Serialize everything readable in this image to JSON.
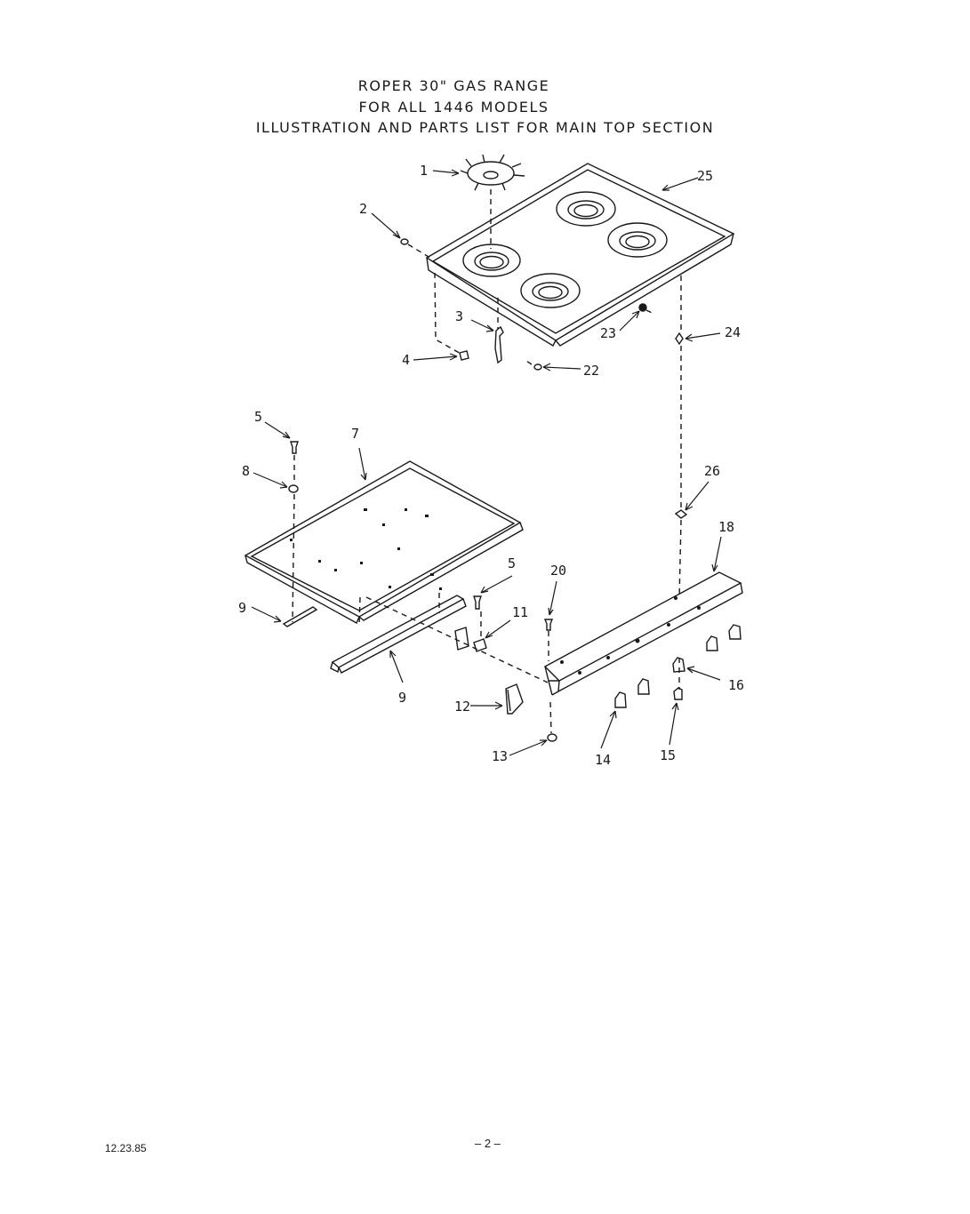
{
  "header": {
    "line1": "ROPER 30\" GAS RANGE",
    "line2": "FOR ALL 1446    MODELS",
    "line3": "ILLUSTRATION AND PARTS LIST FOR MAIN TOP SECTION"
  },
  "callouts": {
    "c1": "1",
    "c2": "2",
    "c3": "3",
    "c4": "4",
    "c5a": "5",
    "c5b": "5",
    "c7": "7",
    "c8": "8",
    "c9a": "9",
    "c9b": "9",
    "c11": "11",
    "c12": "12",
    "c13": "13",
    "c14": "14",
    "c15": "15",
    "c16": "16",
    "c18": "18",
    "c20": "20",
    "c22": "22",
    "c23": "23",
    "c24": "24",
    "c25": "25",
    "c26": "26"
  },
  "footer": {
    "date": "12.23.85",
    "page": "– 2 –"
  }
}
